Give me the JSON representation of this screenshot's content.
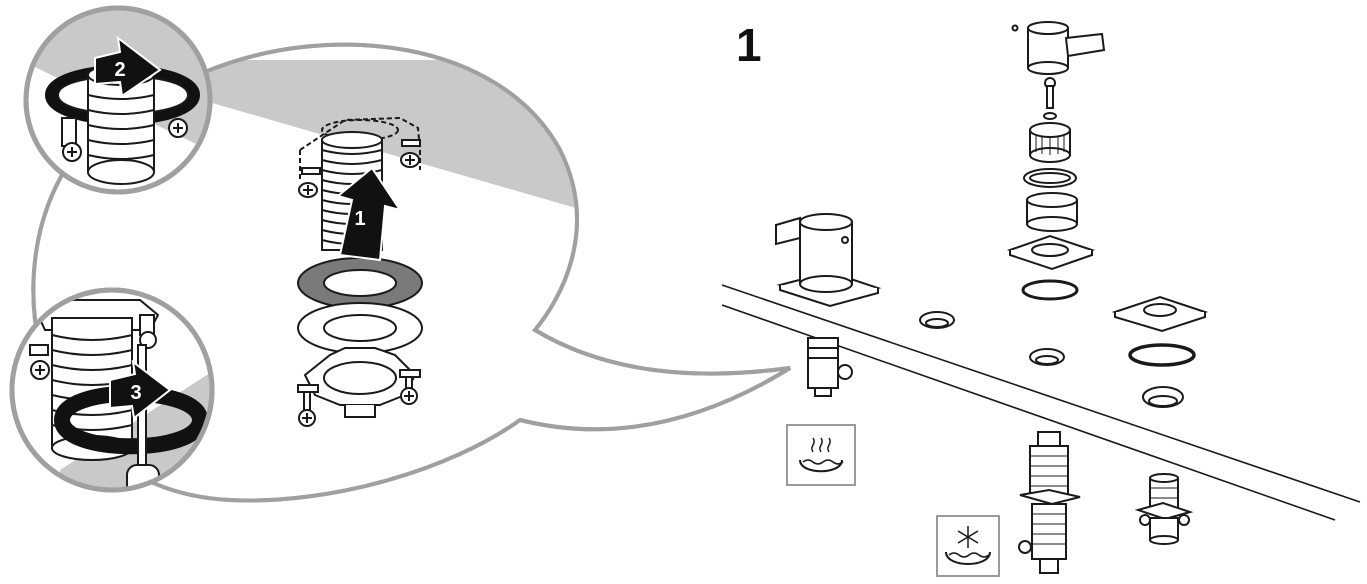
{
  "step_number": "1",
  "callouts": {
    "lift": "1",
    "rotate_top": "2",
    "rotate_bottom": "3"
  },
  "icons": {
    "hot_water": "hot-water-basin-icon",
    "cold_water": "cold-water-snowflake-icon"
  },
  "colors": {
    "line": "#1a1a1a",
    "shade": "#c9c9c9",
    "dark_ring": "#7a7a7a",
    "icon_frame": "#9a9a9a",
    "black": "#111111"
  }
}
